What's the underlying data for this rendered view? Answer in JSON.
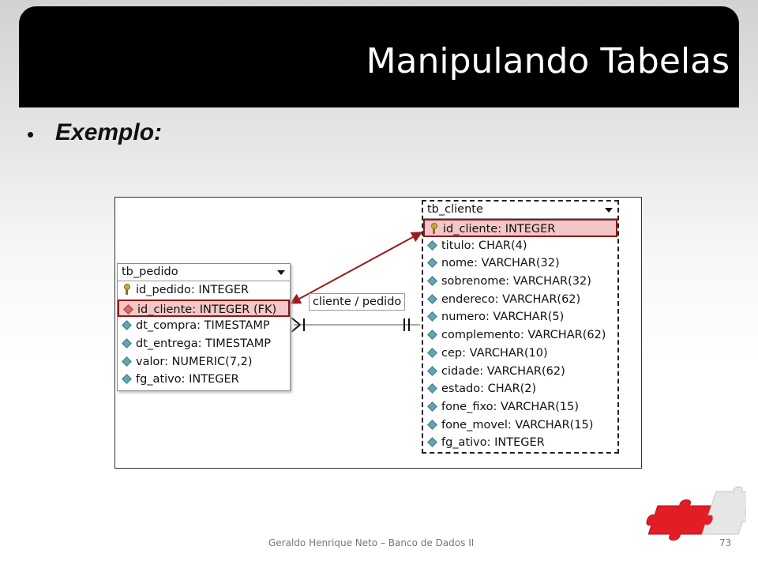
{
  "slide": {
    "title": "Manipulando Tabelas",
    "bullet": "Exemplo:",
    "footer": "Geraldo Henrique Neto – Banco de Dados II",
    "page_number": "73"
  },
  "diagram": {
    "relationship_label": "cliente / pedido",
    "highlight_color": "#8b1a1a",
    "tb_pedido": {
      "name": "tb_pedido",
      "fields": [
        {
          "text": "id_pedido: INTEGER",
          "icon": "primary-key-icon"
        },
        {
          "text": "id_cliente: INTEGER (FK)",
          "icon": "foreign-key-icon",
          "highlighted": true
        },
        {
          "text": "dt_compra: TIMESTAMP",
          "icon": "column-icon"
        },
        {
          "text": "dt_entrega: TIMESTAMP",
          "icon": "column-icon"
        },
        {
          "text": "valor: NUMERIC(7,2)",
          "icon": "column-icon"
        },
        {
          "text": "fg_ativo: INTEGER",
          "icon": "column-icon"
        }
      ]
    },
    "tb_cliente": {
      "name": "tb_cliente",
      "fields": [
        {
          "text": "id_cliente: INTEGER",
          "icon": "primary-key-icon",
          "highlighted": true
        },
        {
          "text": "titulo: CHAR(4)",
          "icon": "column-icon"
        },
        {
          "text": "nome: VARCHAR(32)",
          "icon": "column-icon"
        },
        {
          "text": "sobrenome: VARCHAR(32)",
          "icon": "column-icon"
        },
        {
          "text": "endereco: VARCHAR(62)",
          "icon": "column-icon"
        },
        {
          "text": "numero: VARCHAR(5)",
          "icon": "column-icon"
        },
        {
          "text": "complemento: VARCHAR(62)",
          "icon": "column-icon"
        },
        {
          "text": "cep: VARCHAR(10)",
          "icon": "column-icon"
        },
        {
          "text": "cidade: VARCHAR(62)",
          "icon": "column-icon"
        },
        {
          "text": "estado: CHAR(2)",
          "icon": "column-icon"
        },
        {
          "text": "fone_fixo: VARCHAR(15)",
          "icon": "column-icon"
        },
        {
          "text": "fone_movel: VARCHAR(15)",
          "icon": "column-icon"
        },
        {
          "text": "fg_ativo: INTEGER",
          "icon": "column-icon"
        }
      ]
    }
  }
}
